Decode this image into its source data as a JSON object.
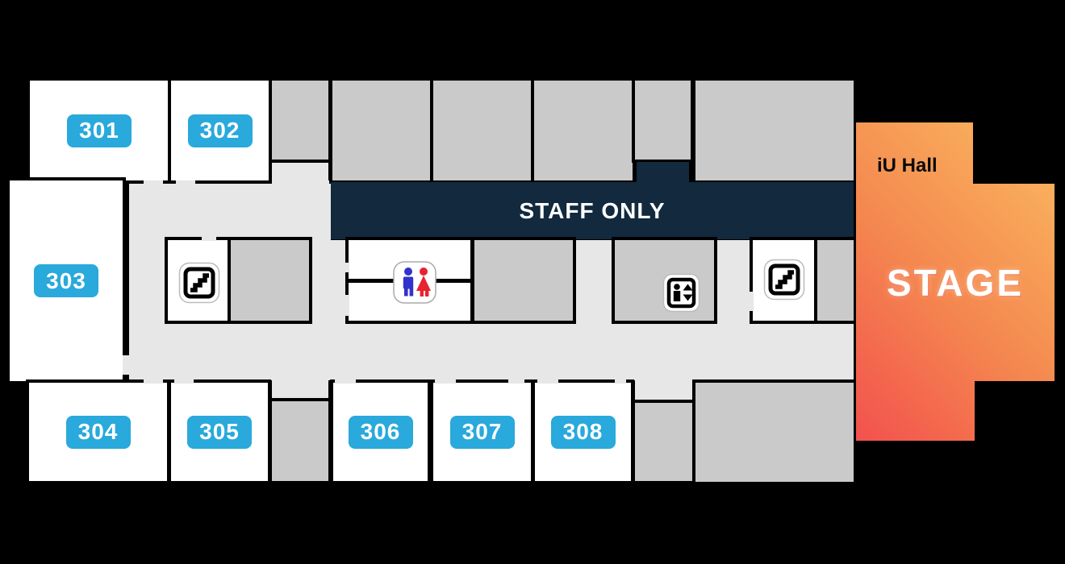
{
  "floor": {
    "banner": "STAFF ONLY",
    "hall_label": "iU Hall",
    "stage_label": "STAGE"
  },
  "rooms": {
    "r301": "301",
    "r302": "302",
    "r303": "303",
    "r304": "304",
    "r305": "305",
    "r306": "306",
    "r307": "307",
    "r308": "308"
  },
  "icons": {
    "stairs_upper": "stairs-icon",
    "stairs_right": "stairs-icon",
    "elevator": "elevator-icon",
    "restroom": "restroom-icon"
  },
  "colors": {
    "background": "#000000",
    "room_white": "#ffffff",
    "room_gray": "#cacaca",
    "corridor_gray": "#e7e7e7",
    "banner_navy": "#12293e",
    "badge_blue": "#29a9dc",
    "stage_gradient_start": "#fbba60",
    "stage_gradient_end": "#f3514e",
    "restroom_man_blue": "#3232cd",
    "restroom_woman_red": "#e82330"
  }
}
